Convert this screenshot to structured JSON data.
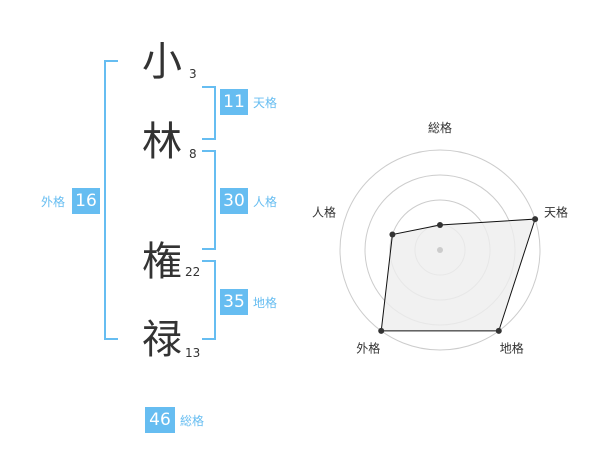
{
  "name": {
    "chars": [
      {
        "char": "小",
        "strokes": "3"
      },
      {
        "char": "林",
        "strokes": "8"
      },
      {
        "char": "権",
        "strokes": "22"
      },
      {
        "char": "禄",
        "strokes": "13"
      }
    ]
  },
  "fortunes": {
    "tenkaku": {
      "value": "11",
      "label": "天格"
    },
    "jinkaku": {
      "value": "30",
      "label": "人格"
    },
    "chikaku": {
      "value": "35",
      "label": "地格"
    },
    "gaikaku": {
      "value": "16",
      "label": "外格"
    },
    "soukaku": {
      "value": "46",
      "label": "総格"
    }
  },
  "radar": {
    "labels": {
      "soukaku": "総格",
      "tenkaku": "天格",
      "chikaku": "地格",
      "gaikaku": "外格",
      "jinkaku": "人格"
    },
    "levels": 4,
    "scores": {
      "soukaku": 1,
      "tenkaku": 4,
      "chikaku": 4,
      "gaikaku": 4,
      "jinkaku": 2
    },
    "colors": {
      "grid": "#cccccc",
      "fill": "#eeeeee",
      "line": "#111111",
      "point": "#333333",
      "center": "#cccccc"
    }
  },
  "colors": {
    "accent": "#66bdf1",
    "text": "#333333"
  }
}
